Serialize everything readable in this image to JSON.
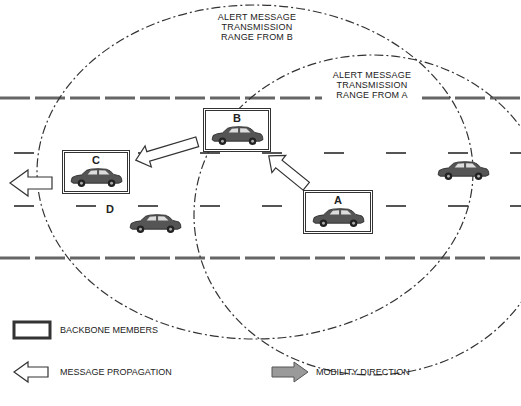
{
  "diagram": {
    "nodes": [
      {
        "text": [
          "C"
        ]
      },
      {
        "text": [
          "B"
        ]
      },
      {
        "text": [
          "A"
        ]
      }
    ],
    "edges": [
      {
        "from": 2,
        "to": 1,
        "arrow": "to"
      },
      {
        "from": 1,
        "to": 0,
        "arrow": "to"
      }
    ],
    "labels": [
      "ALERT MESSAGE TRANSMISSION RANGE FROM B",
      "ALERT MESSAGE TRANSMISSION RANGE FROM A",
      "D"
    ],
    "legend": [
      {
        "text": "BACKBONE MEMBERS"
      },
      {
        "text": "MESSAGE PROPAGATION"
      },
      {
        "text": "MOBILITY DIRECTION"
      }
    ]
  }
}
